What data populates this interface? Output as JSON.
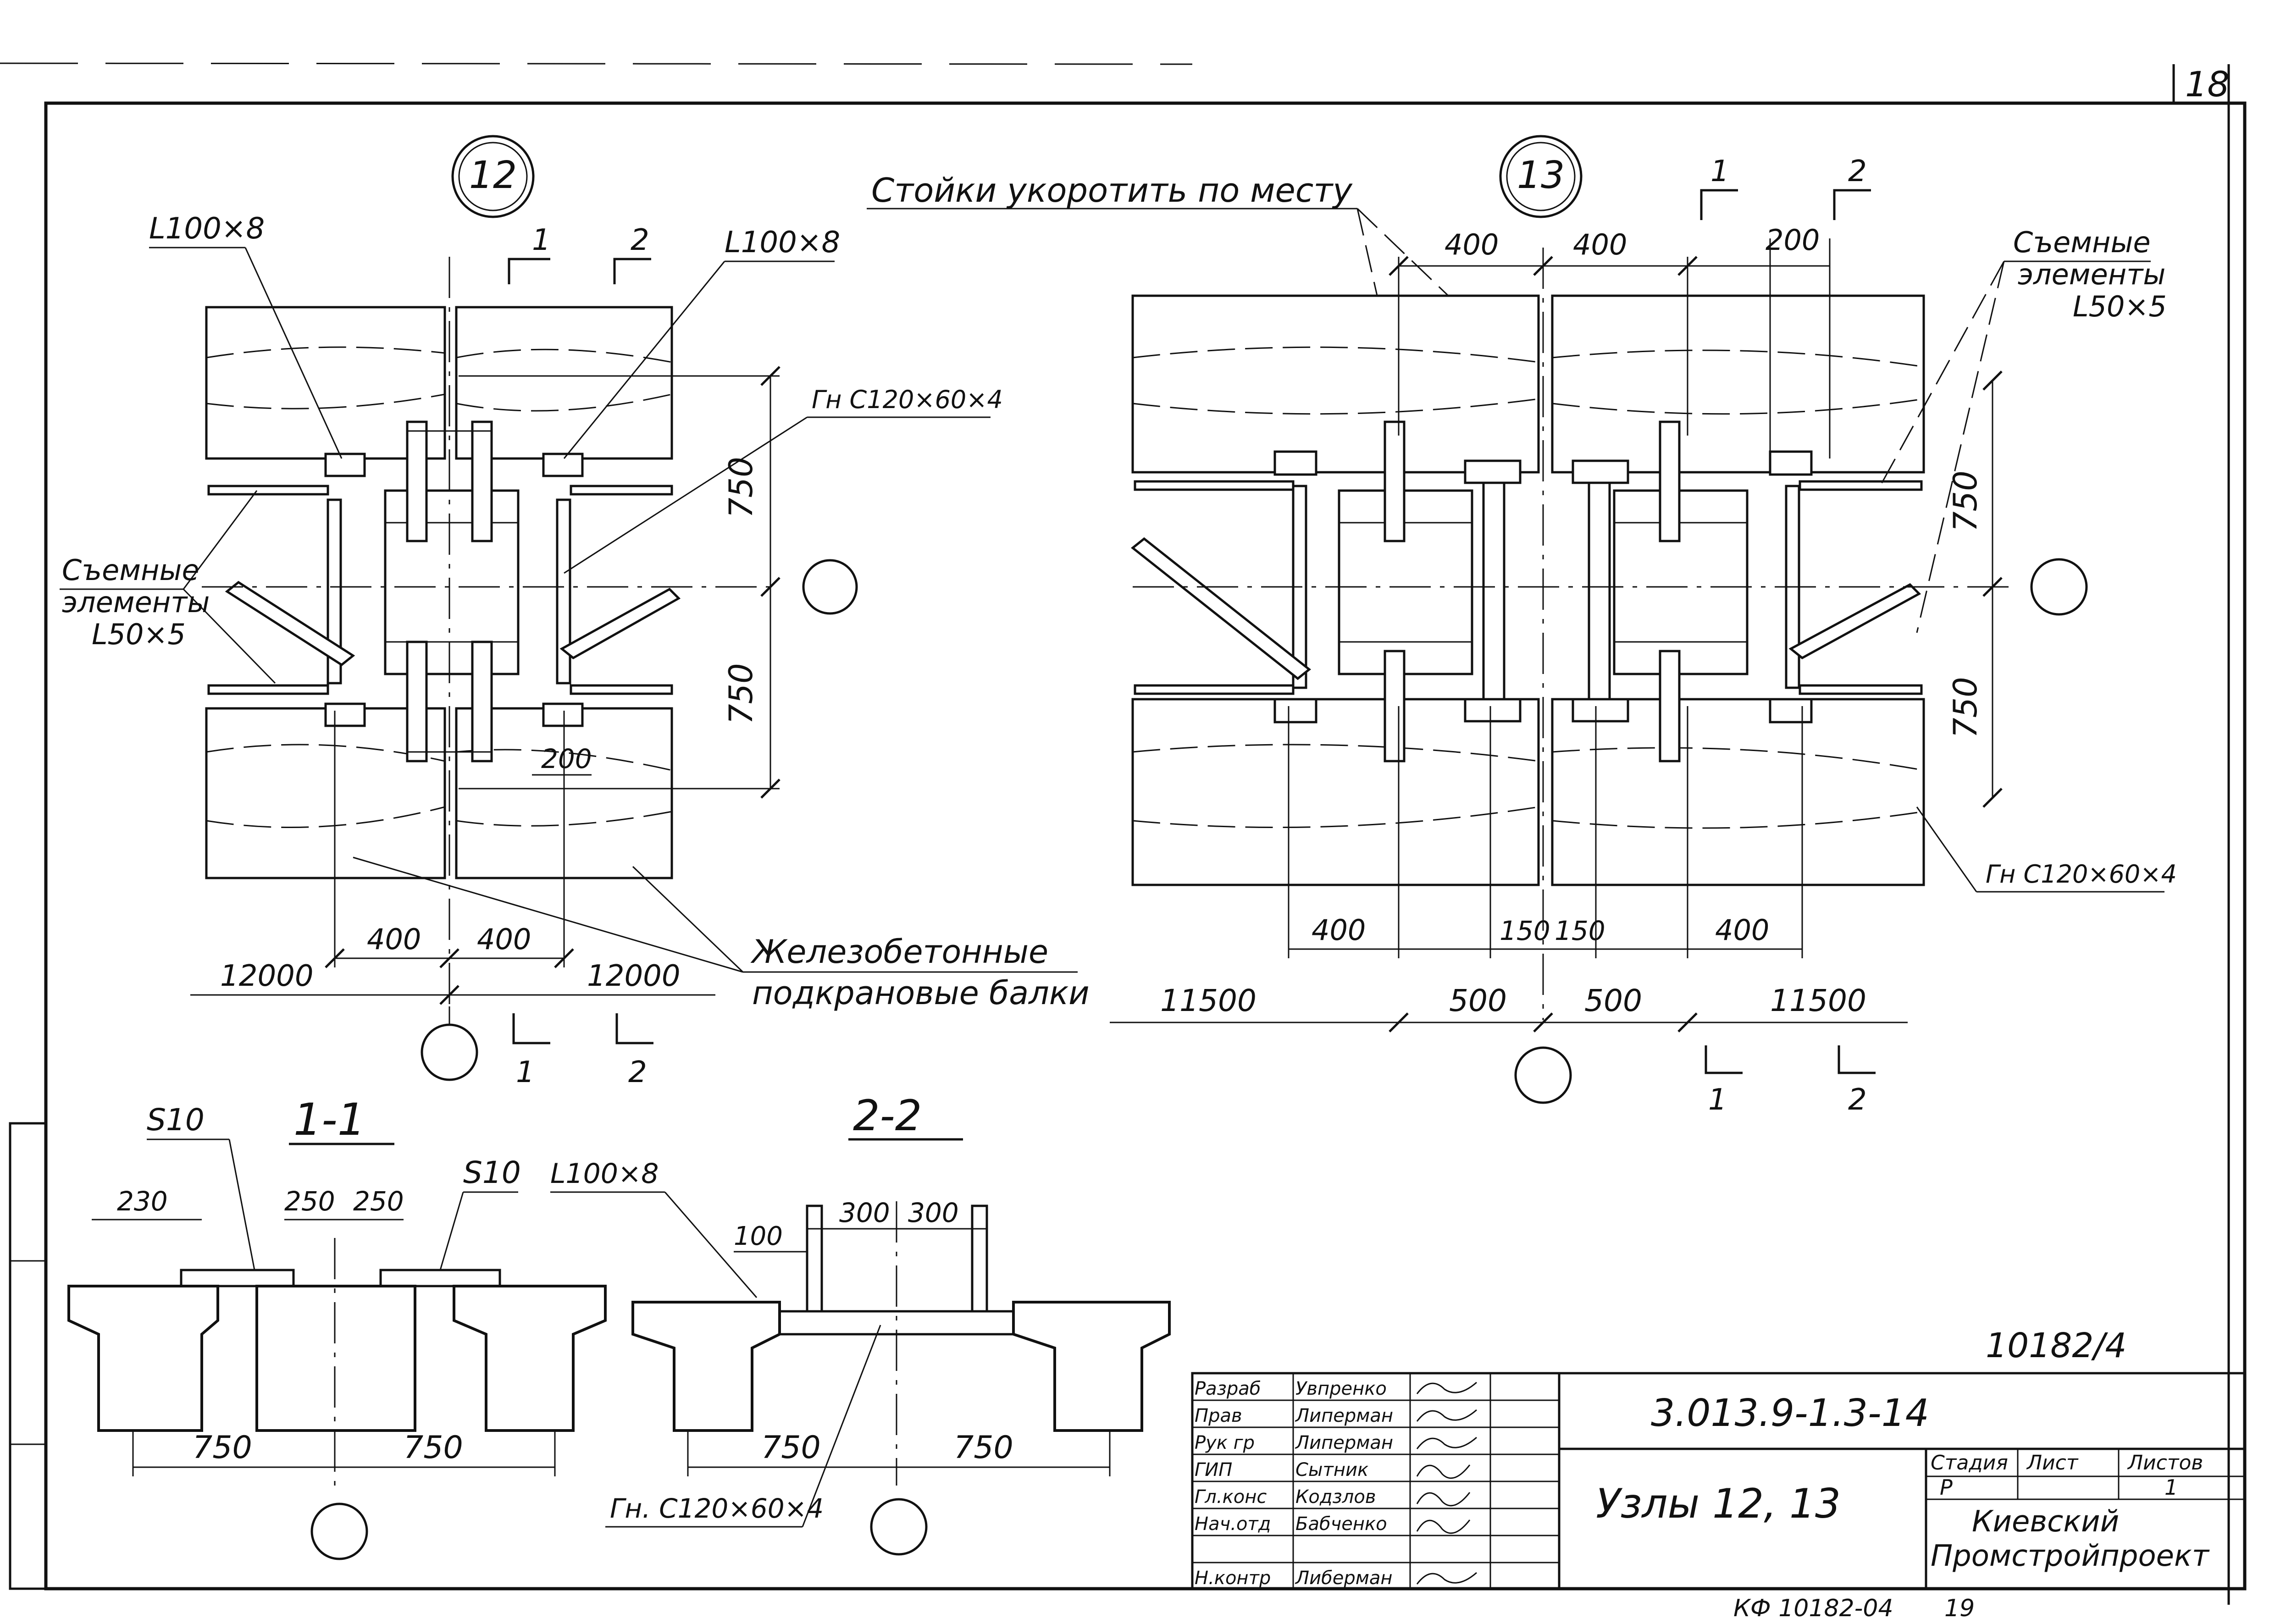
{
  "sheet": {
    "sheet_number": "18",
    "archive_number": "10182/4",
    "footer_code": "КФ 10182-04",
    "footer_page": "19"
  },
  "node12": {
    "number": "12",
    "angle_left": "L100×8",
    "angle_right": "L100×8",
    "channel": "Гн С120×60×4",
    "removable_1": "Съемные",
    "removable_2": "элементы",
    "removable_3": "L50×5",
    "dim_v1": "750",
    "dim_v2": "750",
    "dim_200": "200",
    "dim_400a": "400",
    "dim_400b": "400",
    "span_left": "12000",
    "span_right": "12000",
    "cut1_top": "1",
    "cut2_top": "2",
    "cut1_bottom": "1",
    "cut2_bottom": "2"
  },
  "node13": {
    "number": "13",
    "shorten_note": "Стойки укоротить по месту",
    "removable_1": "Съемные",
    "removable_2": "элементы",
    "removable_3": "L50×5",
    "dim_400a": "400",
    "dim_400b": "400",
    "dim_200": "200",
    "dim_v1": "750",
    "dim_v2": "750",
    "channel": "Гн С120×60×4",
    "dim_400c": "400",
    "dim_150a": "150",
    "dim_150b": "150",
    "dim_400d": "400",
    "span_left": "11500",
    "dim_500a": "500",
    "dim_500b": "500",
    "span_right": "11500",
    "cut1_top": "1",
    "cut2_top": "2",
    "cut1_bottom": "1",
    "cut2_bottom": "2"
  },
  "beams_note_1": "Железобетонные",
  "beams_note_2": "подкрановые балки",
  "section11": {
    "title": "1-1",
    "s10_left": "S10",
    "s10_right": "S10",
    "dim_230": "230",
    "dim_250a": "250",
    "dim_250b": "250",
    "dim_750a": "750",
    "dim_750b": "750"
  },
  "section22": {
    "title": "2-2",
    "angle": "L100×8",
    "dim_100": "100",
    "dim_300a": "300",
    "dim_300b": "300",
    "dim_750a": "750",
    "dim_750b": "750",
    "channel": "Гн. С120×60×4"
  },
  "title_block": {
    "doc_code": "3.013.9-1.3-14",
    "title": "Узлы 12, 13",
    "org_1": "Киевский",
    "org_2": "Промстройпроект",
    "col_stage": "Стадия",
    "col_sheet": "Лист",
    "col_sheets": "Листов",
    "val_stage": "Р",
    "val_sheets": "1",
    "roles": [
      {
        "role": "Разраб",
        "name": "Увпренко"
      },
      {
        "role": "Прав",
        "name": "Липерман"
      },
      {
        "role": "Рук гр",
        "name": "Липерман"
      },
      {
        "role": "ГИП",
        "name": "Сытник"
      },
      {
        "role": "Гл.конс",
        "name": "Кодзлов"
      },
      {
        "role": "Нач.отд",
        "name": "Бабченко"
      },
      {
        "role": "",
        "name": ""
      },
      {
        "role": "Н.контр",
        "name": "Либерман"
      }
    ]
  }
}
